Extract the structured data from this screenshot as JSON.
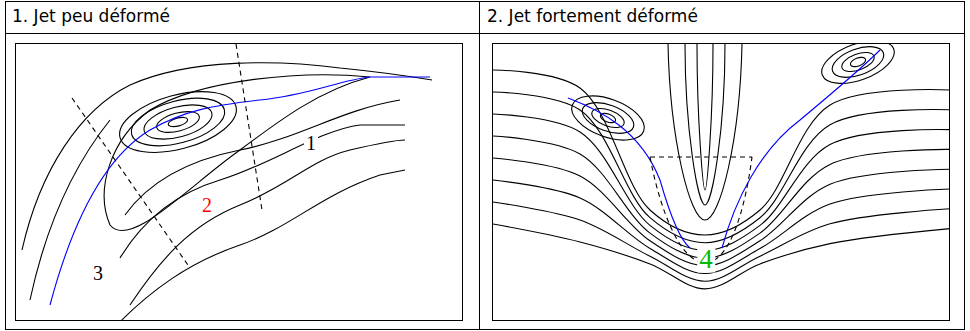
{
  "diagram": {
    "labels": [
      "1. Jet peu déformé",
      "2. Jet fortement déformé",
      "1",
      "2",
      "3",
      "4"
    ]
  }
}
